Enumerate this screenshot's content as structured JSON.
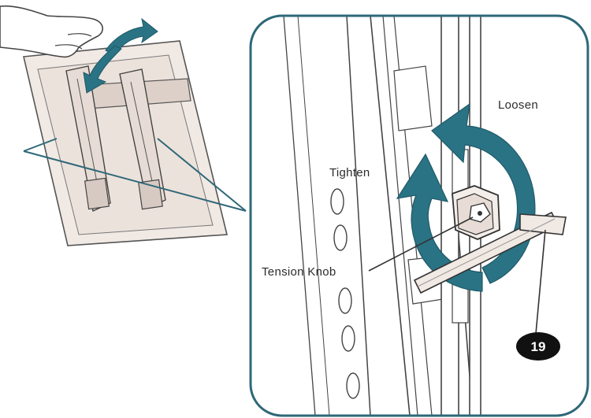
{
  "labels": {
    "loosen": "Loosen",
    "tighten": "Tighten",
    "tension_knob": "Tension Knob",
    "part_number": "19"
  },
  "colors": {
    "arrow_teal": "#2a7385",
    "frame_teal": "#2e6878",
    "line_dark": "#3a3a3a",
    "fill_light": "#f1e9e4",
    "fill_mid": "#e2d6cf"
  },
  "icons": [
    "rotate-arrow-icon",
    "tighten-arrow-icon",
    "loosen-arrow-icon",
    "hex-key-icon",
    "hand-icon"
  ]
}
